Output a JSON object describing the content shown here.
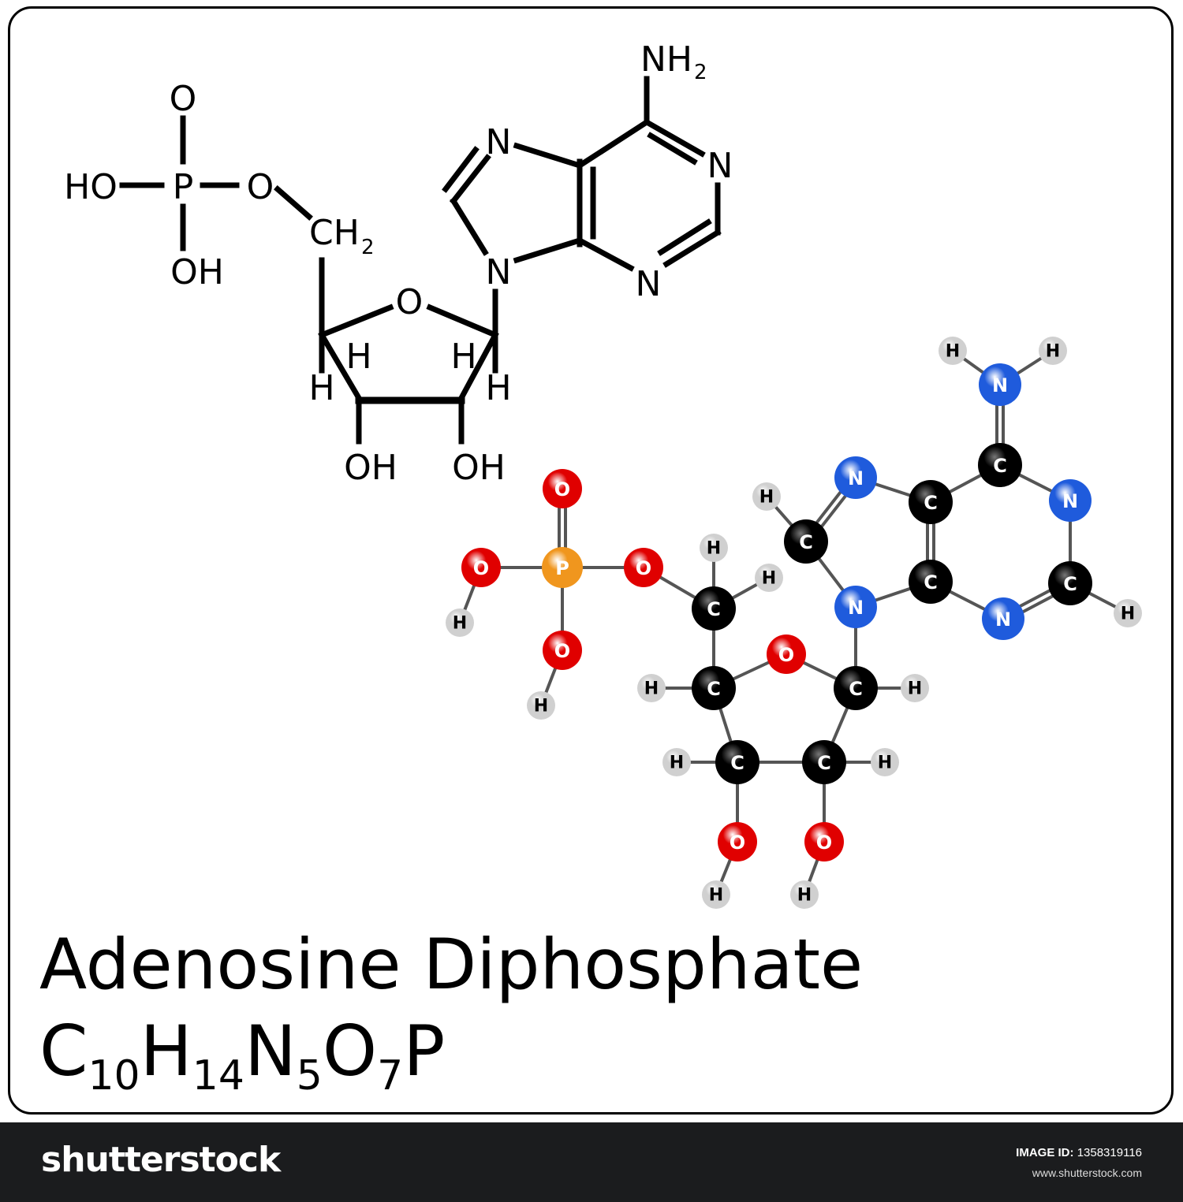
{
  "title": "Adenosine Diphosphate",
  "formula": {
    "parts": [
      {
        "el": "C",
        "n": "10"
      },
      {
        "el": "H",
        "n": "14"
      },
      {
        "el": "N",
        "n": "5"
      },
      {
        "el": "O",
        "n": "7"
      },
      {
        "el": "P",
        "n": ""
      }
    ]
  },
  "structural_labels": {
    "o_top": "O",
    "ho": "HO",
    "p": "P",
    "o_ester": "O",
    "oh_bottom": "OH",
    "ch": "CH",
    "ch_sub": "2",
    "nh": "NH",
    "nh_sub": "2",
    "n1": "N",
    "n2": "N",
    "n3": "N",
    "n4": "N",
    "o_ring": "O",
    "h1": "H",
    "h2": "H",
    "h3": "H",
    "h4": "H",
    "oh_left": "OH",
    "oh_right": "OH"
  },
  "atom_colors": {
    "C": "#000000",
    "H": "#d0d0d0",
    "N": "#1f5bdc",
    "O": "#e00000",
    "P": "#f0961e"
  },
  "footer": {
    "brand": "shutterstock",
    "image_id_label": "IMAGE ID:",
    "image_id": "1358319116",
    "site": "www.shutterstock.com"
  }
}
